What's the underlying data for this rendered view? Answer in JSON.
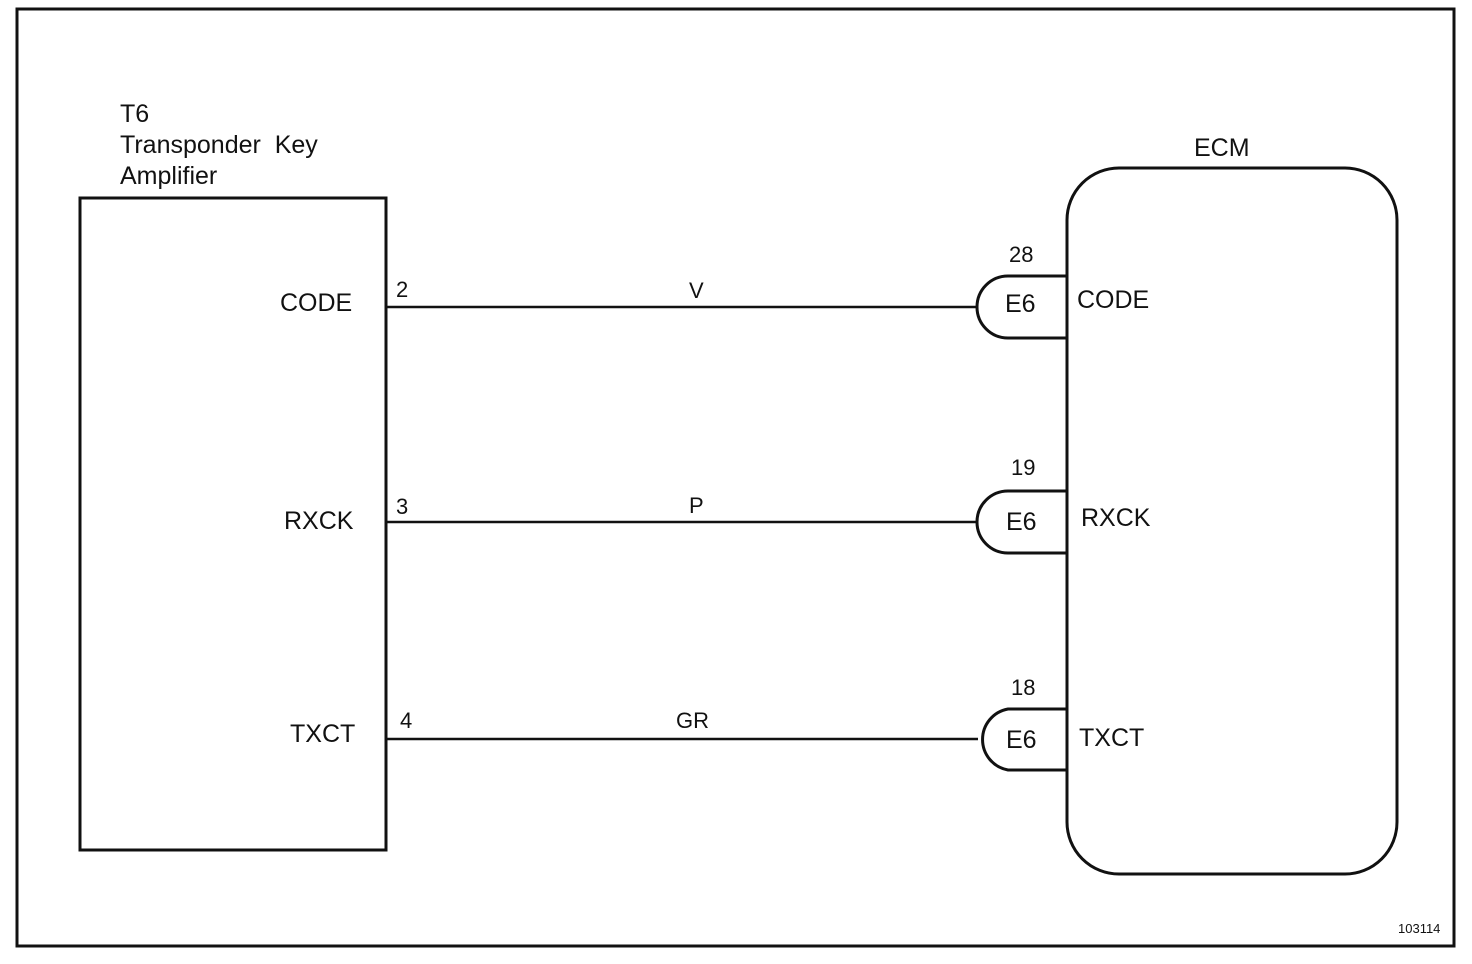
{
  "amplifier": {
    "title_line1": "T6",
    "title_line2": "Transponder  Key",
    "title_line3": "Amplifier"
  },
  "ecm": {
    "title": "ECM"
  },
  "wires": [
    {
      "amp_terminal": "CODE",
      "amp_pin": "2",
      "color": "V",
      "connector": "E6",
      "ecm_pin": "28",
      "ecm_terminal": "CODE"
    },
    {
      "amp_terminal": "RXCK",
      "amp_pin": "3",
      "color": "P",
      "connector": "E6",
      "ecm_pin": "19",
      "ecm_terminal": "RXCK"
    },
    {
      "amp_terminal": "TXCT",
      "amp_pin": "4",
      "color": "GR",
      "connector": "E6",
      "ecm_pin": "18",
      "ecm_terminal": "TXCT"
    }
  ],
  "figure_id": "103114"
}
